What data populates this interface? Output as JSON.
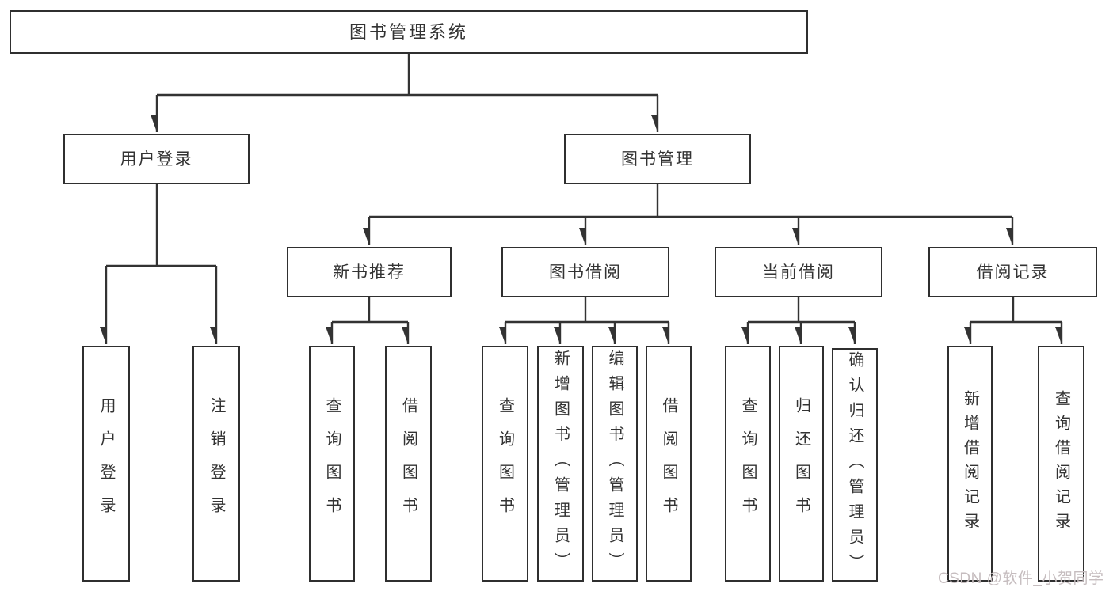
{
  "tree": {
    "label": "图书管理系统",
    "children": [
      {
        "label": "用户登录",
        "children": [
          {
            "label": "用户登录"
          },
          {
            "label": "注销登录"
          }
        ]
      },
      {
        "label": "图书管理",
        "children": [
          {
            "label": "新书推荐",
            "children": [
              {
                "label": "查询图书"
              },
              {
                "label": "借阅图书"
              }
            ]
          },
          {
            "label": "图书借阅",
            "children": [
              {
                "label": "查询图书"
              },
              {
                "label": "新增图书（管理员）"
              },
              {
                "label": "编辑图书（管理员）"
              },
              {
                "label": "借阅图书"
              }
            ]
          },
          {
            "label": "当前借阅",
            "children": [
              {
                "label": "查询图书"
              },
              {
                "label": "归还图书"
              },
              {
                "label": "确认归还（管理员）"
              }
            ]
          },
          {
            "label": "借阅记录",
            "children": [
              {
                "label": "新增借阅记录"
              },
              {
                "label": "查询借阅记录"
              }
            ]
          }
        ]
      }
    ]
  },
  "watermark": {
    "text": "CSDN @软件_小贺同学"
  },
  "colors": {
    "box_border": "#2f2f2f",
    "connector_line": "#333333",
    "text": "#333333",
    "background": "#ffffff",
    "watermark_text": "#c6bdbf"
  }
}
